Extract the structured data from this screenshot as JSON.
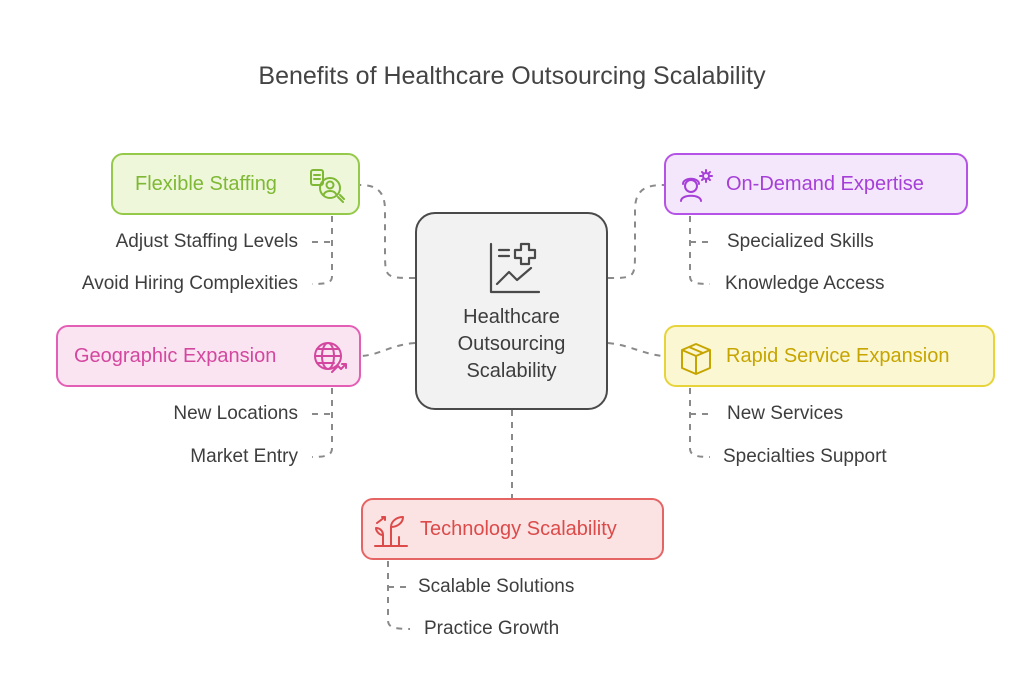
{
  "title": "Benefits of Healthcare Outsourcing Scalability",
  "center": {
    "label_lines": [
      "Healthcare",
      "Outsourcing",
      "Scalability"
    ],
    "icon": "health-chart-icon"
  },
  "branches": {
    "flexible_staffing": {
      "label": "Flexible Staffing",
      "icon": "staff-badge-icon",
      "color": "#95c94a",
      "items": [
        "Adjust Staffing Levels",
        "Avoid Hiring Complexities"
      ]
    },
    "on_demand_expertise": {
      "label": "On-Demand Expertise",
      "icon": "expert-gear-icon",
      "color": "#b553e6",
      "items": [
        "Specialized Skills",
        "Knowledge Access"
      ]
    },
    "geographic_expansion": {
      "label": "Geographic Expansion",
      "icon": "globe-growth-icon",
      "color": "#e35fb6",
      "items": [
        "New Locations",
        "Market Entry"
      ]
    },
    "rapid_service_expansion": {
      "label": "Rapid Service Expansion",
      "icon": "box-icon",
      "color": "#e6d43a",
      "items": [
        "New Services",
        "Specialties Support"
      ]
    },
    "technology_scalability": {
      "label": "Technology Scalability",
      "icon": "plant-growth-icon",
      "color": "#e56565",
      "items": [
        "Scalable Solutions",
        "Practice Growth"
      ]
    }
  }
}
